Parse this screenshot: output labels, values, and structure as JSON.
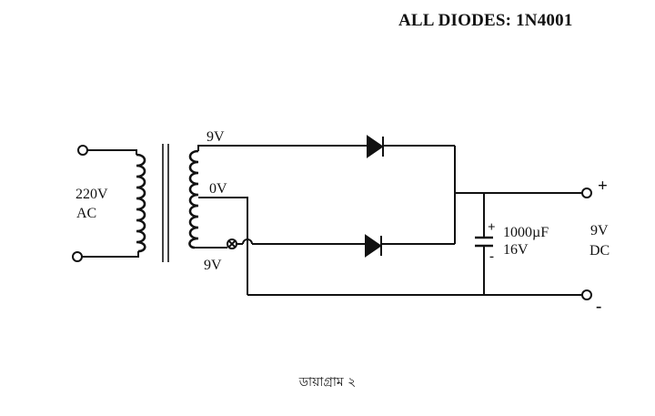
{
  "header_note": "ALL DIODES: 1N4001",
  "labels": {
    "primary_voltage": "220V",
    "primary_type": "AC",
    "secondary_top": "9V",
    "center_tap": "0V",
    "secondary_bottom": "9V",
    "capacitor_value": "1000µF",
    "capacitor_voltage": "16V",
    "capacitor_plus": "+",
    "capacitor_minus": "-",
    "output_voltage": "9V",
    "output_type": "DC",
    "output_plus": "+",
    "output_minus": "-"
  },
  "caption": "ডায়াগ্রাম ২"
}
